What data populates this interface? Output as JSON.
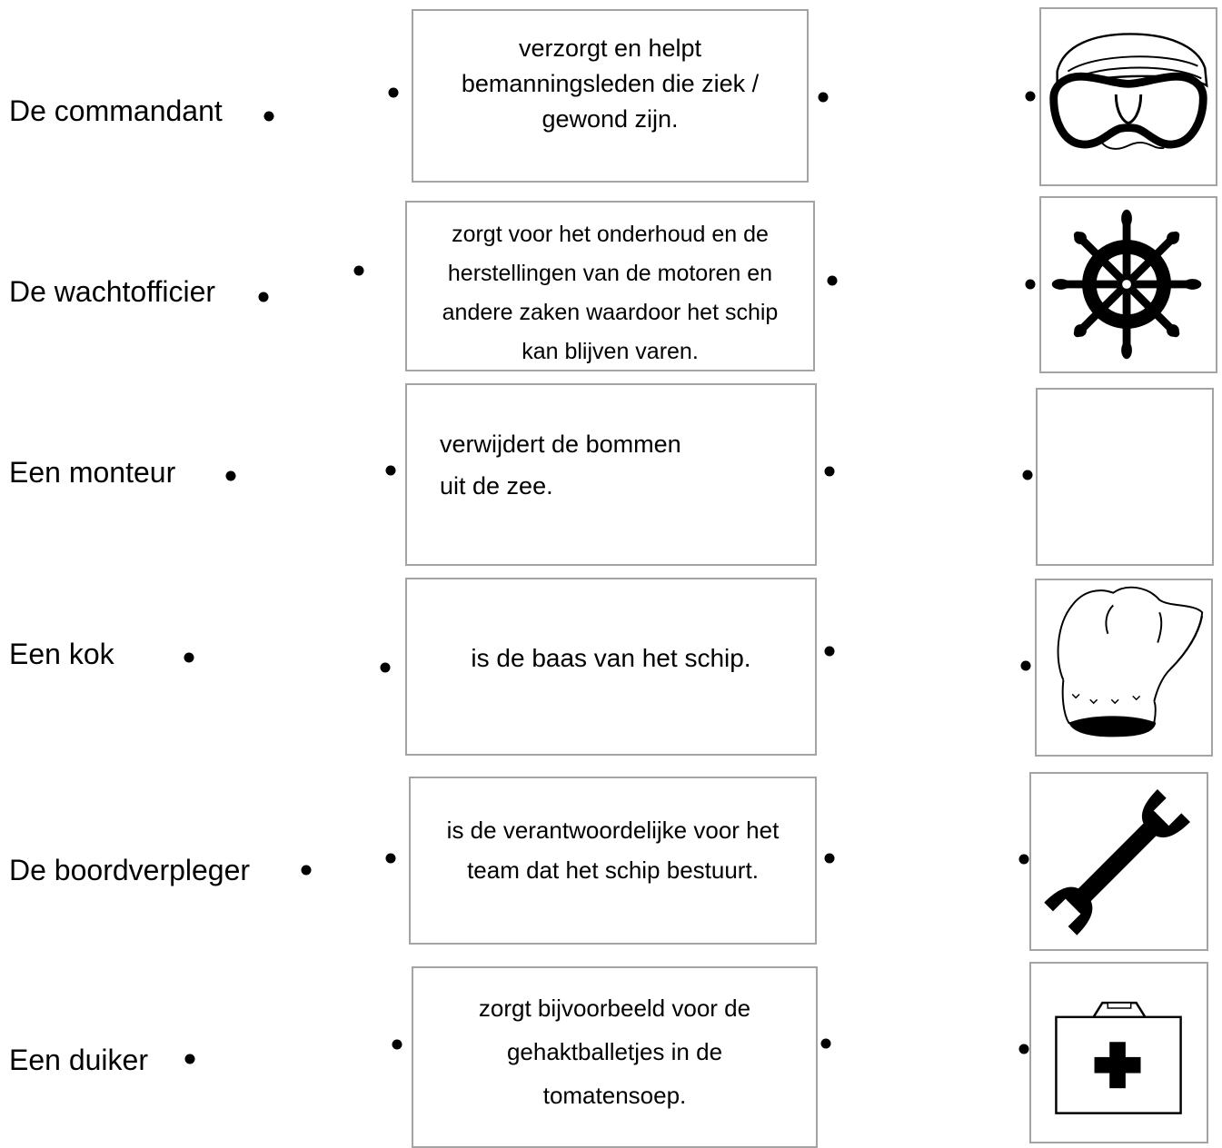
{
  "roles": [
    "De commandant",
    "De wachtofficier",
    "Een monteur",
    "Een kok",
    "De boordverpleger",
    "Een duiker"
  ],
  "descriptions": [
    [
      "verzorgt en helpt",
      "bemanningsleden die ziek /",
      "gewond zijn."
    ],
    [
      "zorgt voor het onderhoud en de",
      "herstellingen van de motoren en",
      "andere zaken waardoor het schip",
      "kan blijven varen."
    ],
    [
      "verwijdert de bommen",
      "uit de zee."
    ],
    [
      "is de baas van het schip."
    ],
    [
      "is de verantwoordelijke voor het",
      "team dat het schip bestuurt."
    ],
    [
      "zorgt bijvoorbeeld voor de",
      "gehaktballetjes in de",
      "tomatensoep."
    ]
  ],
  "icons": [
    "diving-mask-icon",
    "ship-wheel-icon",
    "empty-picture",
    "chef-hat-icon",
    "wrench-icon",
    "first-aid-kit-icon"
  ]
}
